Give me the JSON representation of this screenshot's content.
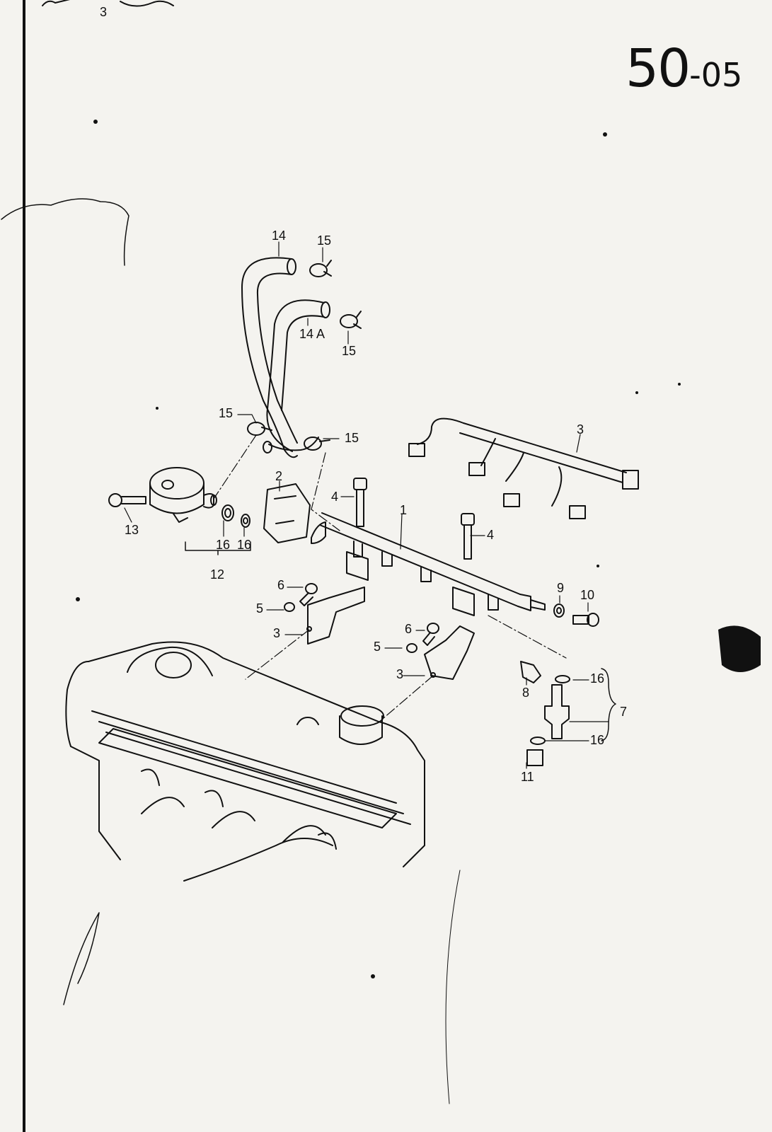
{
  "page": {
    "number": "50",
    "suffix": "-05"
  },
  "callouts": {
    "top_left_3": "3",
    "hose_14": "14",
    "clamp_15_top": "15",
    "hose_14a": "14 A",
    "clamp_15_mid": "15",
    "clamp_15_left": "15",
    "clamp_15_right": "15",
    "harness_3": "3",
    "bracket_2": "2",
    "bolt_4_left": "4",
    "rail_1": "1",
    "bolt_4_right": "4",
    "screw_13": "13",
    "seal_16_a": "16",
    "seal_16_b": "16",
    "group_12": "12",
    "bolt_6_left": "6",
    "washer_5_left": "5",
    "bracket_3_left": "3",
    "washer_9": "9",
    "bolt_10": "10",
    "bolt_6_right": "6",
    "washer_5_right": "5",
    "bracket_3_right": "3",
    "clip_8": "8",
    "oring_16_top": "16",
    "injector_7": "7",
    "oring_16_bottom": "16",
    "insert_11": "11"
  }
}
